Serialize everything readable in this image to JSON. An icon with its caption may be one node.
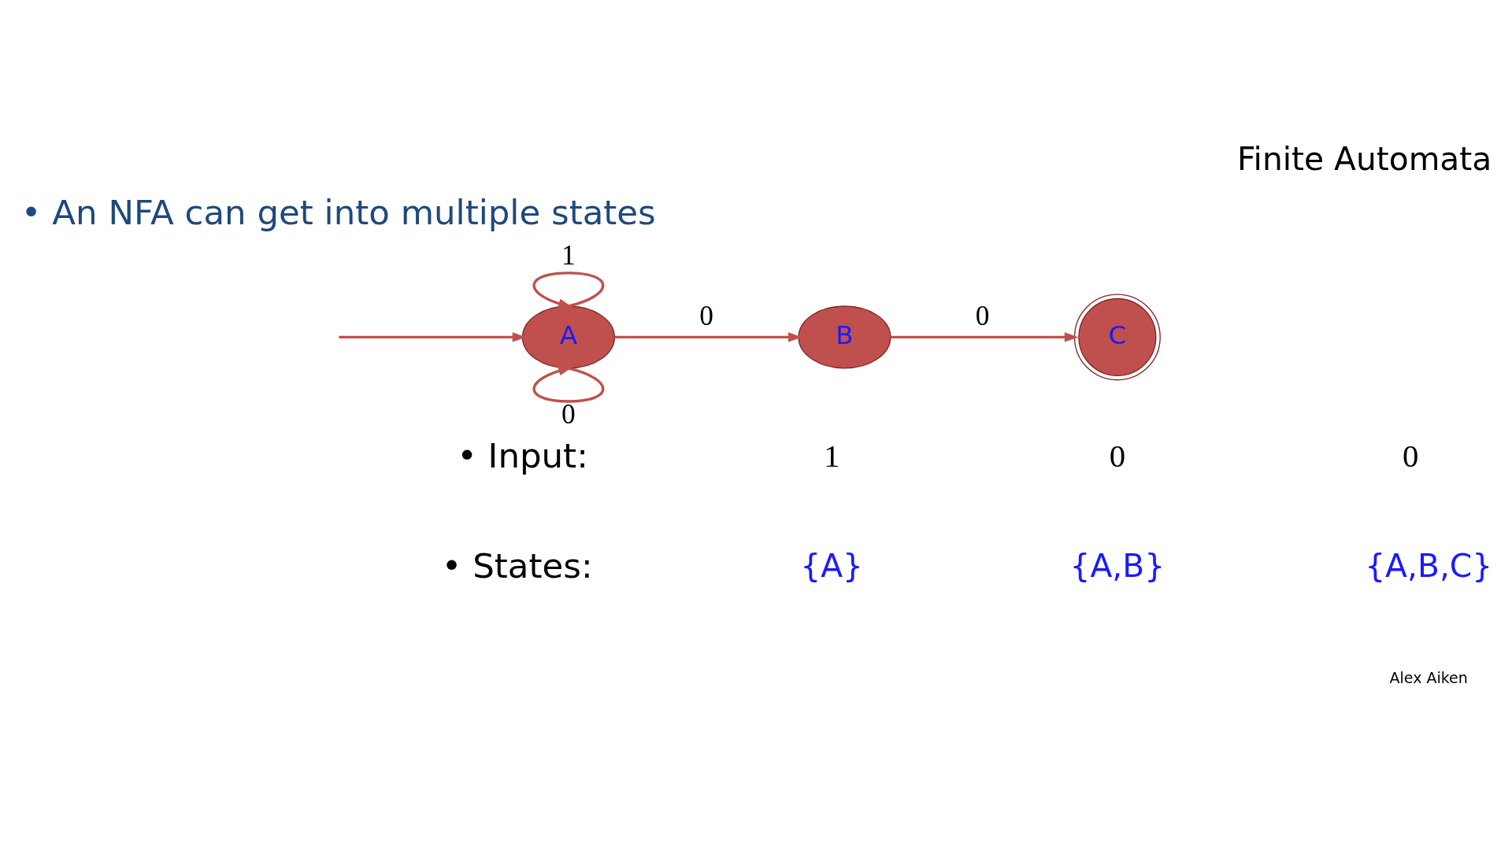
{
  "diagram": {
    "title": "Finite Automata",
    "nodes": [
      {
        "text": [
          "A"
        ]
      },
      {
        "text": [
          "B"
        ]
      },
      {
        "text": [
          "C"
        ]
      }
    ],
    "edges": [
      {
        "from": null,
        "to": 0,
        "arrow": "to"
      },
      {
        "from": 0,
        "to": 0,
        "label": "1",
        "arrow": "to"
      },
      {
        "from": 0,
        "to": 0,
        "label": "0",
        "arrow": "to"
      },
      {
        "from": 0,
        "to": 1,
        "label": "0",
        "arrow": "to"
      },
      {
        "from": 1,
        "to": 2,
        "label": "0",
        "arrow": "to"
      }
    ],
    "labels": [
      "• An NFA can get into multiple states",
      "• Input:",
      "1",
      "0",
      "0",
      "• States:",
      "{A}",
      "{A,B}",
      "{A,B,C}",
      "Alex Aiken"
    ]
  }
}
